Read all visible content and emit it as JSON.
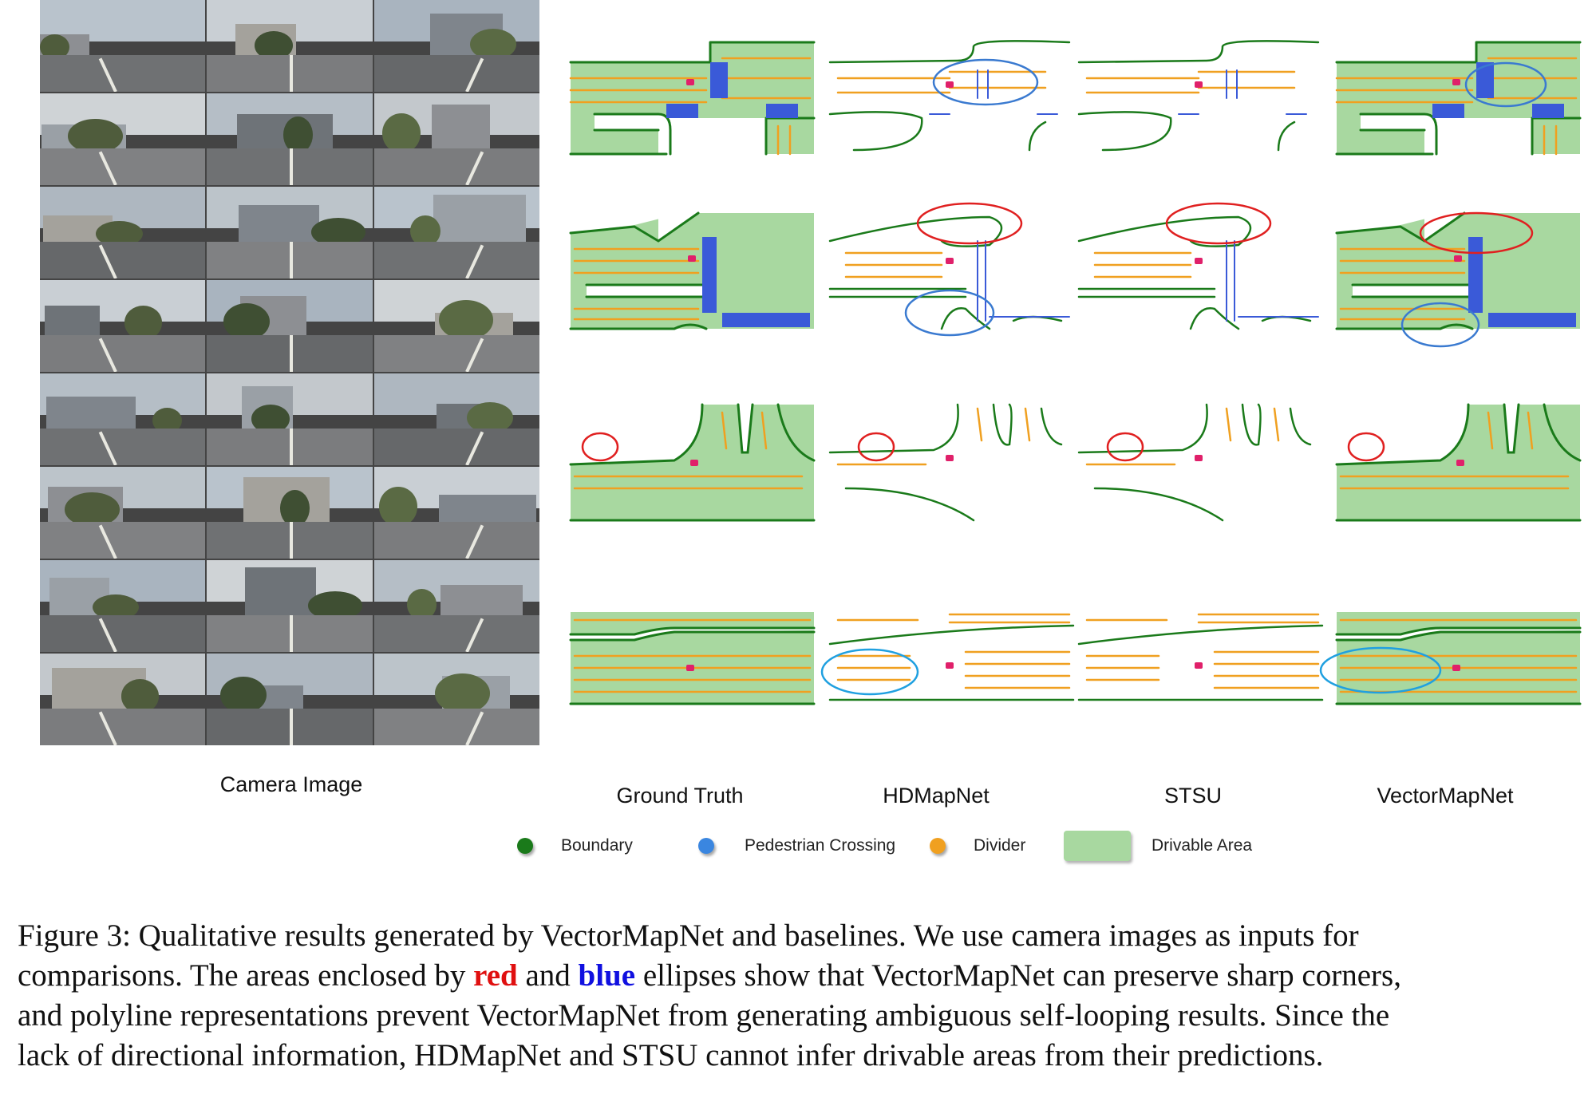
{
  "figure": {
    "camera_label": "Camera Image",
    "columns": [
      "Ground Truth",
      "HDMapNet",
      "STSU",
      "VectorMapNet"
    ],
    "legend": [
      {
        "label": "Boundary",
        "color": "#1a7a1a"
      },
      {
        "label": "Pedestrian Crossing",
        "color": "#3a86e0"
      },
      {
        "label": "Divider",
        "color": "#f0a020"
      },
      {
        "label": "Drivable Area",
        "color": "#a8d8a0"
      }
    ],
    "caption": {
      "line1": "Figure 3: Qualitative results generated by VectorMapNet and baselines. We use camera images as inputs for",
      "line2_a": "comparisons. The areas enclosed by ",
      "line2_red": "red",
      "line2_b": " and ",
      "line2_blue": "blue",
      "line2_c": " ellipses show that VectorMapNet can preserve sharp corners,",
      "line3": "and polyline representations prevent VectorMapNet from generating ambiguous self-looping results. Since the",
      "line4": "lack of directional information, HDMapNet and STSU cannot infer drivable areas from their predictions."
    }
  },
  "colors": {
    "boundary": "#1a7a1a",
    "crossing": "#3a5ad8",
    "divider": "#f0a020",
    "drivable": "#a8d8a0",
    "ellipse_red": "#e02020",
    "ellipse_blue": "#3a7ad0",
    "ellipse_cyan": "#20a0e0",
    "ego": "#e0206a"
  }
}
